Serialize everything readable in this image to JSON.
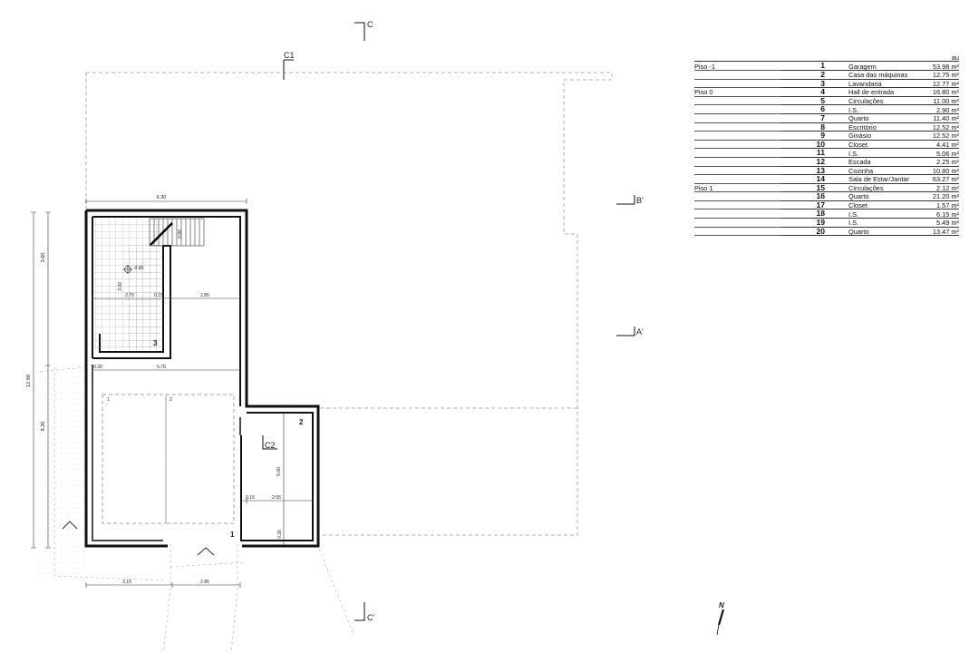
{
  "section_marks": {
    "c_top": "C",
    "c_bottom": "C'",
    "c1": "C1",
    "c2": "C2",
    "a": "A'",
    "b": "B'"
  },
  "room_marks": {
    "r1": "1",
    "r2": "2",
    "r3": "3"
  },
  "parking_marks": {
    "p1": "1",
    "p2": "2"
  },
  "dimensions": {
    "top_width": "6.30",
    "total_height": "12.98",
    "upper_height": "3.60",
    "lower_height": "8.20",
    "stair_len": "3.00",
    "stair_small": "0.86",
    "level": "-0.80",
    "d_270": "2.70",
    "d_015a": "0.15",
    "d_285a": "2.85",
    "d_030": "0.30",
    "d_570": "5.70",
    "d_015b": "0.15",
    "d_255": "2.55",
    "d_500": "5.00",
    "d_030b": "0.30",
    "bottom_315": "3.15",
    "bottom_285": "2.85"
  },
  "north_label": "N",
  "area_table": {
    "unit_header": "au",
    "rows": [
      {
        "floor": "Piso -1",
        "num": "1",
        "name": "Garagem",
        "area": "53.98 m²"
      },
      {
        "floor": "",
        "num": "2",
        "name": "Casa das máquinas",
        "area": "12.75 m²"
      },
      {
        "floor": "",
        "num": "3",
        "name": "Lavandaria",
        "area": "12.77 m²"
      },
      {
        "floor": "Piso 0",
        "num": "4",
        "name": "Hall de entrada",
        "area": "16.80 m²"
      },
      {
        "floor": "",
        "num": "5",
        "name": "Circulações",
        "area": "11.00 m²"
      },
      {
        "floor": "",
        "num": "6",
        "name": "I.S.",
        "area": "2.90 m²"
      },
      {
        "floor": "",
        "num": "7",
        "name": "Quarto",
        "area": "11.40 m²"
      },
      {
        "floor": "",
        "num": "8",
        "name": "Escritório",
        "area": "12.52 m²"
      },
      {
        "floor": "",
        "num": "9",
        "name": "Ginásio",
        "area": "12.52 m²"
      },
      {
        "floor": "",
        "num": "10",
        "name": "Closet",
        "area": "4.41 m²"
      },
      {
        "floor": "",
        "num": "11",
        "name": "I.S.",
        "area": "5.06 m²"
      },
      {
        "floor": "",
        "num": "12",
        "name": "Escada",
        "area": "2.25 m²"
      },
      {
        "floor": "",
        "num": "13",
        "name": "Cozinha",
        "area": "10.80 m²"
      },
      {
        "floor": "",
        "num": "14",
        "name": "Sala de Estar/Jantar",
        "area": "63.27 m²"
      },
      {
        "floor": "Piso 1",
        "num": "15",
        "name": "Circulações",
        "area": "2.12 m²"
      },
      {
        "floor": "",
        "num": "16",
        "name": "Quarto",
        "area": "21.20 m²"
      },
      {
        "floor": "",
        "num": "17",
        "name": "Closet",
        "area": "1.57 m²"
      },
      {
        "floor": "",
        "num": "18",
        "name": "I.S.",
        "area": "6.15 m²"
      },
      {
        "floor": "",
        "num": "19",
        "name": "I.S.",
        "area": "5.49 m²"
      },
      {
        "floor": "",
        "num": "20",
        "name": "Quarto",
        "area": "13.47 m²"
      }
    ]
  }
}
